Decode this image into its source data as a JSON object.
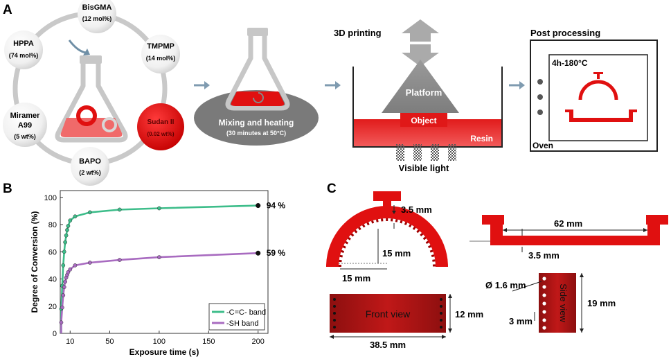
{
  "panels": {
    "a": "A",
    "b": "B",
    "c": "C"
  },
  "panel_a": {
    "components": [
      {
        "name": "BisGMA",
        "amount": "(12 mol%)"
      },
      {
        "name": "TMPMP",
        "amount": "(14 mol%)"
      },
      {
        "name": "Sudan II",
        "amount": "(0.02 wt%)"
      },
      {
        "name": "BAPO",
        "amount": "(2 wt%)"
      },
      {
        "name": "Miramer",
        "name2": "A99",
        "amount": "(5 wt%)"
      },
      {
        "name": "HPPA",
        "amount": "(74 mol%)"
      }
    ],
    "mixing_label": "Mixing and heating",
    "mixing_detail": "(30 minutes at 50°C)",
    "printing_title": "3D printing",
    "platform_label": "Platform",
    "object_label": "Object",
    "resin_label": "Resin",
    "light_label": "Visible light",
    "post_title": "Post processing",
    "oven_temp": "4h-180°C",
    "oven_label": "Oven"
  },
  "panel_c": {
    "dim_thickness_arch": "3.5 mm",
    "dim_height_arch": "15 mm",
    "dim_radius_arch": "15 mm",
    "dim_length_base": "62 mm",
    "dim_thickness_base": "3.5 mm",
    "front_view_label": "Front view",
    "dim_front_height": "12 mm",
    "dim_front_length": "38.5 mm",
    "dim_hole": "Ø 1.6 mm",
    "side_view_label": "Side view",
    "dim_hole_pitch": "3 mm",
    "dim_side_height": "19 mm"
  },
  "chart_data": {
    "type": "line",
    "xlabel": "Exposure time (s)",
    "ylabel": "Degree of Conversion (%)",
    "xlim": [
      0,
      210
    ],
    "ylim": [
      0,
      105
    ],
    "xticks": [
      10,
      50,
      100,
      150,
      200
    ],
    "yticks": [
      0,
      20,
      40,
      60,
      80,
      100
    ],
    "grid": false,
    "legend_position": "bottom-right",
    "series": [
      {
        "name": "-C=C- band",
        "color": "#3dbd8a",
        "x": [
          1,
          2,
          3,
          4,
          5,
          6,
          7,
          8,
          10,
          15,
          30,
          60,
          100,
          200
        ],
        "y": [
          18,
          35,
          50,
          60,
          67,
          72,
          76,
          79,
          83,
          86,
          89,
          91,
          92,
          94
        ],
        "end_label": "94 %"
      },
      {
        "name": "-SH band",
        "color": "#a86bc0",
        "x": [
          1,
          2,
          3,
          4,
          5,
          6,
          7,
          8,
          10,
          15,
          30,
          60,
          100,
          200
        ],
        "y": [
          8,
          19,
          28,
          34,
          38,
          41,
          43,
          45,
          47,
          50,
          52,
          54,
          56,
          59
        ],
        "end_label": "59 %"
      }
    ]
  }
}
